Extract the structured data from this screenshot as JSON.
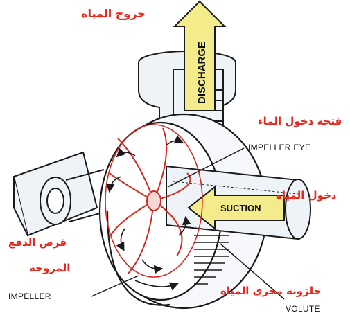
{
  "labels": {
    "water_out": "خروج المياه",
    "water_inlet_opening": "فتحه دخول الماء",
    "water_in": "دخول المياه",
    "thrust_disc": "قرص الدفع",
    "impeller_ar": "المروحه",
    "water_path_spiral": "حلزونه مجرى المياه",
    "impeller_eye": "IMPELLER EYE",
    "impeller_en": "IMPELLER",
    "volute": "VOLUTE"
  },
  "arrows": {
    "discharge": "DISCHARGE",
    "suction": "SUCTION"
  },
  "colors": {
    "arabic_label": "#e8261c",
    "arrow_fill": "#f4ec8a",
    "impeller": "#d9261c",
    "outline": "#1a1a1a",
    "casing_fill": "#eef3f8"
  }
}
